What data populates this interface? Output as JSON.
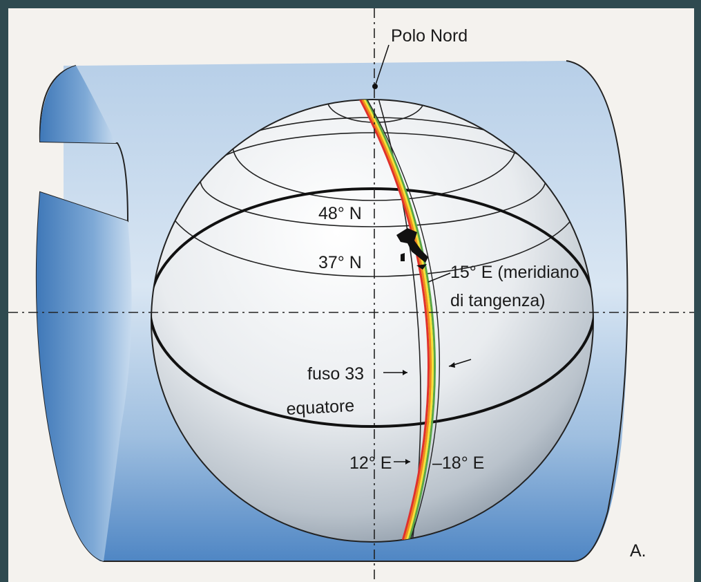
{
  "figure": {
    "labels": {
      "north_pole": "Polo Nord",
      "lat_48": "48° N",
      "lat_37": "37° N",
      "tangent_meridian_line1": "15° E (meridiano",
      "tangent_meridian_line2": "di tangenza)",
      "zone": "fuso 33",
      "equator": "equatore",
      "lon_12": "12° E",
      "lon_18": "–18° E",
      "panel_letter": "A."
    },
    "colors": {
      "frame": "#2f4a50",
      "paper": "#f4f2ee",
      "cylinder_outer": "#8fb4db",
      "cylinder_inner_dark": "#4e86c4",
      "globe_light": "#f8f8f8",
      "globe_shadow": "#8a97a5",
      "meridian_red": "#e0312c",
      "meridian_orange": "#f08a1c",
      "meridian_yellow": "#f5e23a",
      "meridian_green": "#5aa646"
    }
  }
}
